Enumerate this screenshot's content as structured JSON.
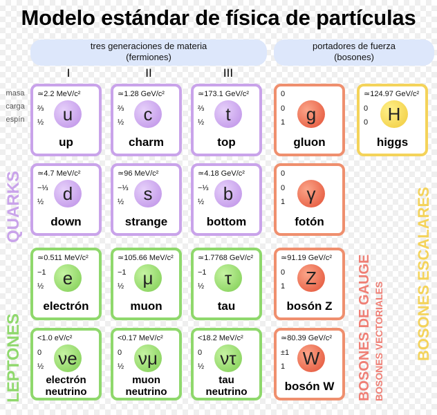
{
  "title": "Modelo estándar de física de partículas",
  "bands": {
    "fermions_line1": "tres generaciones de materia",
    "fermions_line2": "(fermiones)",
    "bosons_line1": "portadores de fuerza",
    "bosons_line2": "(bosones)"
  },
  "generations": [
    "I",
    "II",
    "III"
  ],
  "row_labels": {
    "mass": "masa",
    "charge": "carga",
    "spin": "espín"
  },
  "side_labels": {
    "quarks": "QUARKS",
    "leptons": "LEPTONES",
    "gauge": "BOSONES DE GAUGE",
    "vector": "BOSONES VECTORIALES",
    "scalar": "BOSONES ESCALARES"
  },
  "colors": {
    "quark": "#c9a3ea",
    "lepton": "#8fd86c",
    "gauge": "#ef8f6e",
    "scalar": "#f4d35a",
    "band": "#dde7fb"
  },
  "particles": [
    {
      "kind": "quark",
      "mass": "≃2.2 MeV/c²",
      "charge": "⅔",
      "spin": "½",
      "symbol": "u",
      "name": "up"
    },
    {
      "kind": "quark",
      "mass": "≃1.28 GeV/c²",
      "charge": "⅔",
      "spin": "½",
      "symbol": "c",
      "name": "charm"
    },
    {
      "kind": "quark",
      "mass": "≃173.1 GeV/c²",
      "charge": "⅔",
      "spin": "½",
      "symbol": "t",
      "name": "top"
    },
    {
      "kind": "gauge",
      "mass": "0",
      "charge": "0",
      "spin": "1",
      "symbol": "g",
      "name": "gluon"
    },
    {
      "kind": "scalar",
      "mass": "≃124.97 GeV/c²",
      "charge": "0",
      "spin": "0",
      "symbol": "H",
      "name": "higgs"
    },
    {
      "kind": "quark",
      "mass": "≃4.7 MeV/c²",
      "charge": "−⅓",
      "spin": "½",
      "symbol": "d",
      "name": "down"
    },
    {
      "kind": "quark",
      "mass": "≃96 MeV/c²",
      "charge": "−⅓",
      "spin": "½",
      "symbol": "s",
      "name": "strange"
    },
    {
      "kind": "quark",
      "mass": "≃4.18 GeV/c²",
      "charge": "−⅓",
      "spin": "½",
      "symbol": "b",
      "name": "bottom"
    },
    {
      "kind": "gauge",
      "mass": "0",
      "charge": "0",
      "spin": "1",
      "symbol": "γ",
      "name": "fotón"
    },
    {
      "kind": "lepton",
      "mass": "≃0.511 MeV/c²",
      "charge": "−1",
      "spin": "½",
      "symbol": "e",
      "name": "electrón"
    },
    {
      "kind": "lepton",
      "mass": "≃105.66 MeV/c²",
      "charge": "−1",
      "spin": "½",
      "symbol": "μ",
      "name": "muon"
    },
    {
      "kind": "lepton",
      "mass": "≃1.7768 GeV/c²",
      "charge": "−1",
      "spin": "½",
      "symbol": "τ",
      "name": "tau"
    },
    {
      "kind": "gauge",
      "mass": "≃91.19 GeV/c²",
      "charge": "0",
      "spin": "1",
      "symbol": "Z",
      "name": "bosón Z"
    },
    {
      "kind": "lepton",
      "mass": "<1.0 eV/c²",
      "charge": "0",
      "spin": "½",
      "symbol": "νe",
      "name": "electrón",
      "name2": "neutrino"
    },
    {
      "kind": "lepton",
      "mass": "<0.17 MeV/c²",
      "charge": "0",
      "spin": "½",
      "symbol": "νμ",
      "name": "muon",
      "name2": "neutrino"
    },
    {
      "kind": "lepton",
      "mass": "<18.2 MeV/c²",
      "charge": "0",
      "spin": "½",
      "symbol": "ντ",
      "name": "tau",
      "name2": "neutrino"
    },
    {
      "kind": "gauge",
      "mass": "≃80.39 GeV/c²",
      "charge": "±1",
      "spin": "1",
      "symbol": "W",
      "name": "bosón W"
    }
  ]
}
